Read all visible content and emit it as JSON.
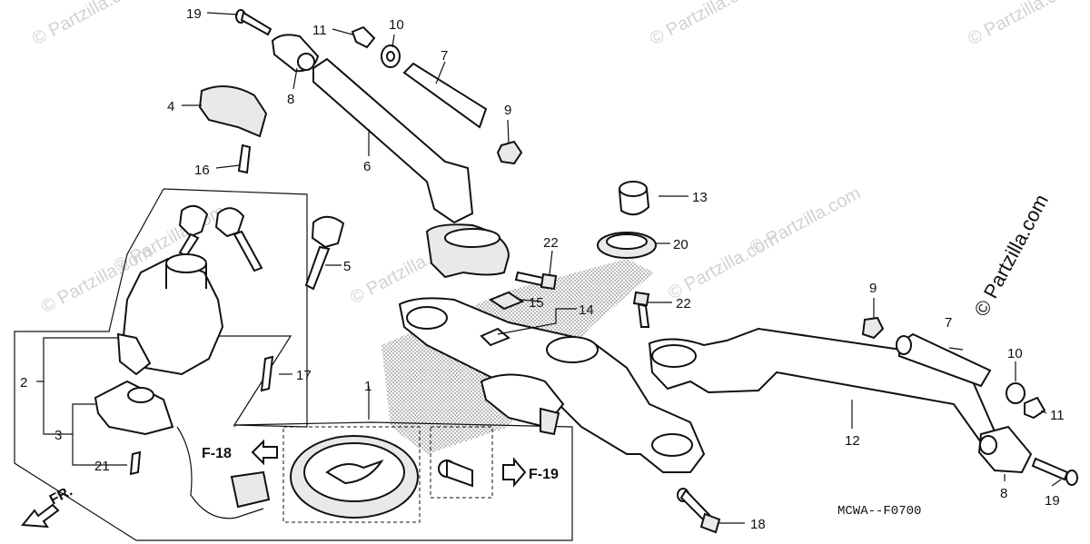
{
  "diagram_code": "MCWA--F0700",
  "front_label": "FR.",
  "refs": {
    "f18": "F-18",
    "f19": "F-19"
  },
  "watermark": "© Partzilla.com",
  "callouts": {
    "c1": "1",
    "c2": "2",
    "c3": "3",
    "c4": "4",
    "c5": "5",
    "c6": "6",
    "c7a": "7",
    "c7b": "7",
    "c8a": "8",
    "c8b": "8",
    "c9a": "9",
    "c9b": "9",
    "c10a": "10",
    "c10b": "10",
    "c11a": "11",
    "c11b": "11",
    "c12": "12",
    "c13": "13",
    "c14": "14",
    "c15": "15",
    "c16": "16",
    "c17": "17",
    "c18": "18",
    "c19a": "19",
    "c19b": "19",
    "c20": "20",
    "c21": "21",
    "c22a": "22",
    "c22b": "22"
  }
}
